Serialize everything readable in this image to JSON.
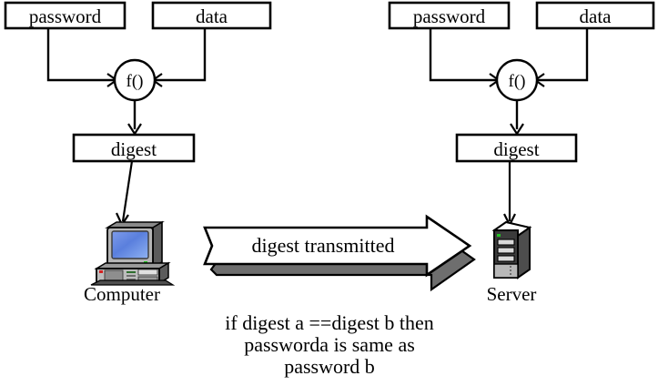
{
  "diagram": {
    "title_text": "",
    "left_side": {
      "name": "client-side",
      "password_box": "password",
      "data_box": "data",
      "function_node": "f()",
      "digest_box": "digest",
      "device_icon": "computer-icon",
      "device_label": "Computer"
    },
    "right_side": {
      "name": "server-side",
      "password_box": "password",
      "data_box": "data",
      "function_node": "f()",
      "digest_box": "digest",
      "device_icon": "server-icon",
      "device_label": "Server"
    },
    "transmission_arrow": {
      "label": "digest transmitted",
      "direction": "left-to-right"
    },
    "caption": {
      "lines": [
        "if digest a ==digest b then",
        "passworda is same as",
        "password b"
      ]
    },
    "colors": {
      "stroke": "#000000",
      "background": "#ffffff",
      "arrow_fill": "#ffffff",
      "arrow_shadow": "#6e6e6e",
      "device_dark": "#4d4d4d",
      "device_mid": "#808080",
      "device_light": "#c0c0c0",
      "screen_blue": "#4f72d4",
      "led_red": "#d42020",
      "led_green": "#22c022"
    }
  }
}
